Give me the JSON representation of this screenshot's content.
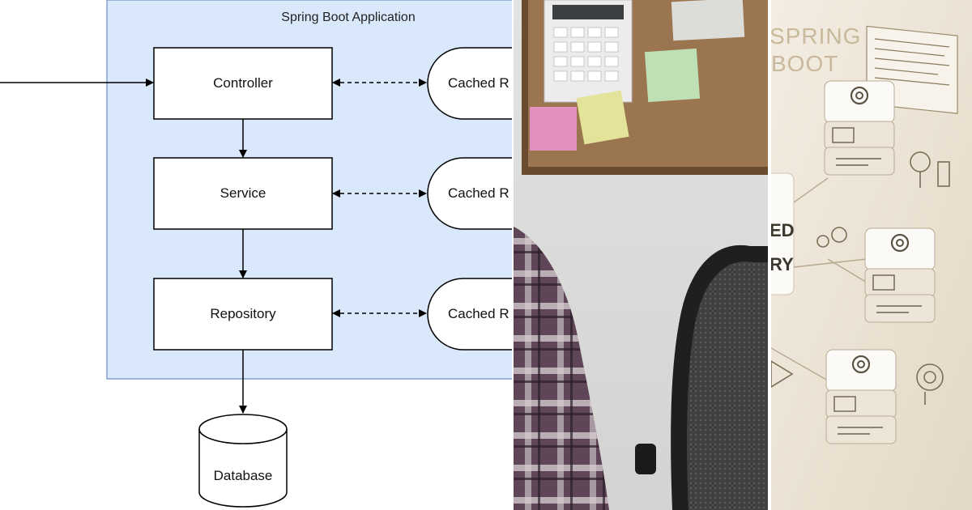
{
  "diagram": {
    "container_title": "Spring Boot Application",
    "layers": [
      {
        "label": "Controller",
        "cache_label": "Cached R"
      },
      {
        "label": "Service",
        "cache_label": "Cached R"
      },
      {
        "label": "Repository",
        "cache_label": "Cached R"
      }
    ],
    "database_label": "Database",
    "colors": {
      "container_fill": "#dae8fc",
      "container_stroke": "#6c8ebf",
      "box_fill": "#ffffff",
      "line": "#000000"
    }
  },
  "photo": {
    "subject": "office scene with corkboard, calculator, sticky notes, plaid shirt and mesh chair"
  },
  "illustration": {
    "partial_text": [
      "SPRING",
      "BOOT",
      "ED",
      "RY"
    ],
    "icons": [
      "gear-icon",
      "gear-icon",
      "gear-icon",
      "server-stack",
      "document-panel"
    ]
  }
}
